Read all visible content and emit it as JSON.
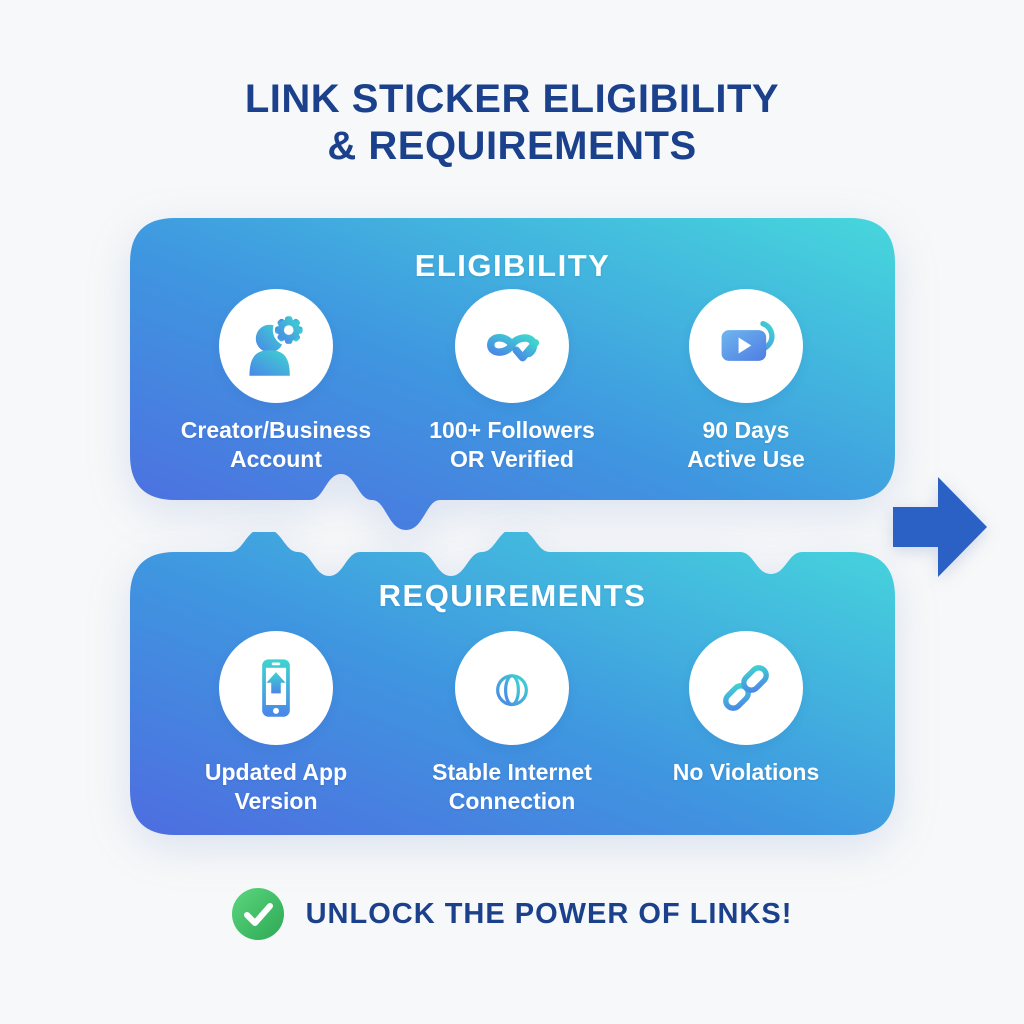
{
  "title": {
    "line1": "LINK STICKER ELIGIBILITY",
    "line2": "& REQUIREMENTS"
  },
  "sections": [
    {
      "header": "ELIGIBILITY",
      "items": [
        {
          "icon": "person-gear-icon",
          "line1": "Creator/Business",
          "line2": "Account"
        },
        {
          "icon": "infinity-check-icon",
          "line1": "100+ Followers",
          "line2": "OR Verified"
        },
        {
          "icon": "video-clock-icon",
          "line1": "90 Days",
          "line2": "Active Use"
        }
      ]
    },
    {
      "header": "REQUIREMENTS",
      "items": [
        {
          "icon": "phone-update-icon",
          "line1": "Updated App",
          "line2": "Version"
        },
        {
          "icon": "globe-rays-icon",
          "line1": "Stable Internet",
          "line2": "Connection"
        },
        {
          "icon": "chain-link-icon",
          "line1": "No Violations",
          "line2": ""
        }
      ]
    }
  ],
  "arrow_icon": "right-arrow-icon",
  "footer": {
    "icon": "check-circle-icon",
    "text": "UNLOCK THE POWER OF LINKS!"
  },
  "colors": {
    "background": "#f7f8f9",
    "navy": "#1c418c",
    "card_gradient_start": "#4e6de0",
    "card_gradient_mid": "#3f96e0",
    "card_gradient_end": "#46d7dc",
    "arrow_blue": "#2b60c5",
    "icon_blue": "#4a86e8",
    "icon_teal": "#3ed4cf",
    "check_green_light": "#5bd77e",
    "check_green_dark": "#2ea854",
    "white": "#ffffff"
  }
}
